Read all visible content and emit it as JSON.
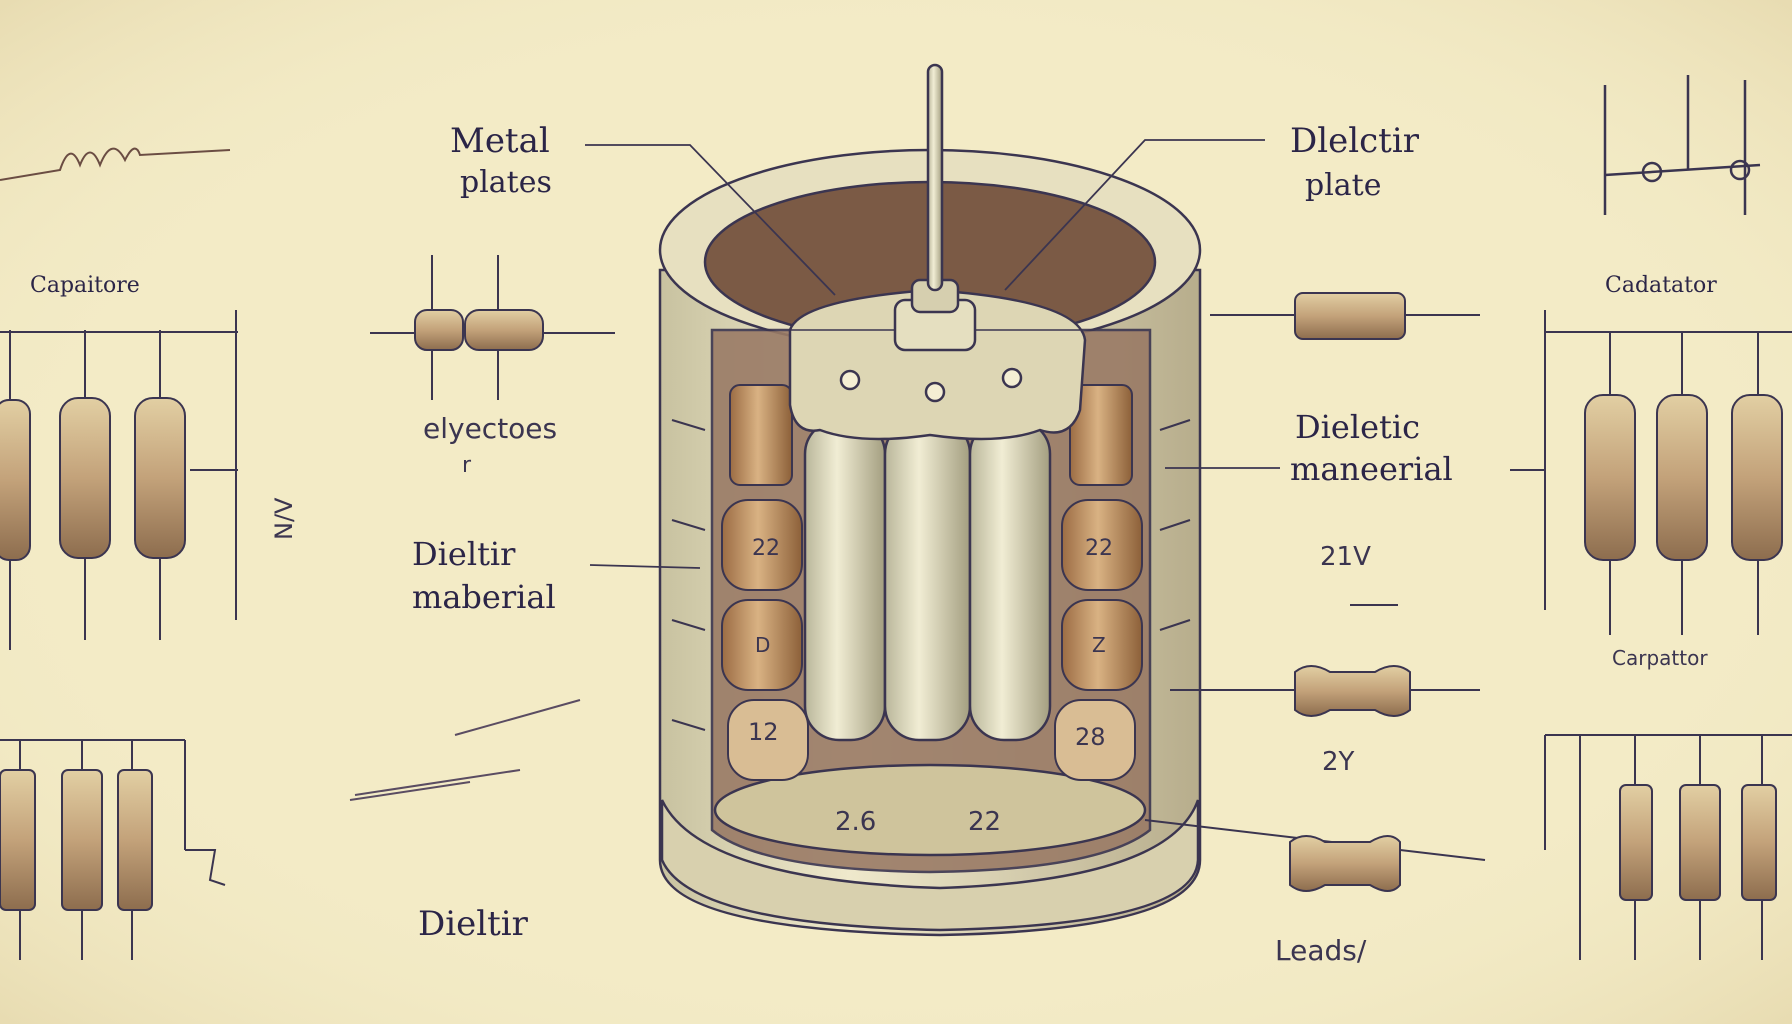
{
  "labels": {
    "metal_plates_1": "Metal",
    "metal_plates_2": "plates",
    "dielectric_plate_1": "Dlelctir",
    "dielectric_plate_2": "plate",
    "capacitor_left": "Capaitore",
    "capacitor_right": "Cadatator",
    "capacitor_right_lower": "Carpattor",
    "electrodes": "elyectoes",
    "electrodes_mark": "r",
    "dielectric_material_left_1": "Dieltir",
    "dielectric_material_left_2": "maberial",
    "dielectric_material_right_1": "Dieletic",
    "dielectric_material_right_2": "maneerial",
    "dielectric_bottom": "Dieltir",
    "leads": "Leads/",
    "voltage_side": "N/V",
    "value_21v": "21V",
    "value_2y": "2Y"
  },
  "disc_values": {
    "left_1": "22",
    "left_2": "D",
    "left_3": "12",
    "right_1": "22",
    "right_2": "Z",
    "right_3": "28",
    "base_left": "2.6",
    "base_right": "22"
  },
  "colors": {
    "paper": "#f3ebc6",
    "ink": "#2b2547",
    "copper": "#b78856",
    "metal": "#dcd7b2",
    "shadow": "#8b7a6a"
  }
}
